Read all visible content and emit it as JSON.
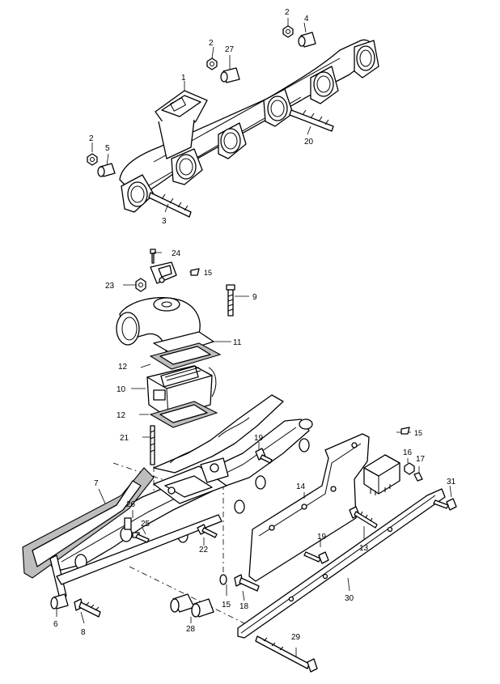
{
  "callouts": {
    "upper": {
      "c1": "1",
      "c2a": "2",
      "c2b": "2",
      "c2c": "2",
      "c3": "3",
      "c4": "4",
      "c5": "5",
      "c20": "20",
      "c27": "27"
    },
    "lower": {
      "c6": "6",
      "c7": "7",
      "c8": "8",
      "c9": "9",
      "c10": "10",
      "c11": "11",
      "c12a": "12",
      "c12b": "12",
      "c13": "13",
      "c14": "14",
      "c15a": "15",
      "c15b": "15",
      "c15c": "15",
      "c16": "16",
      "c17": "17",
      "c18": "18",
      "c19a": "19",
      "c19b": "19",
      "c21": "21",
      "c22": "22",
      "c23": "23",
      "c24": "24",
      "c25": "25",
      "c26": "26",
      "c28": "28",
      "c29": "29",
      "c30": "30",
      "c31": "31"
    }
  },
  "colors": {
    "line": "#000000",
    "gasket": "#bdbdbd",
    "background": "#ffffff"
  }
}
